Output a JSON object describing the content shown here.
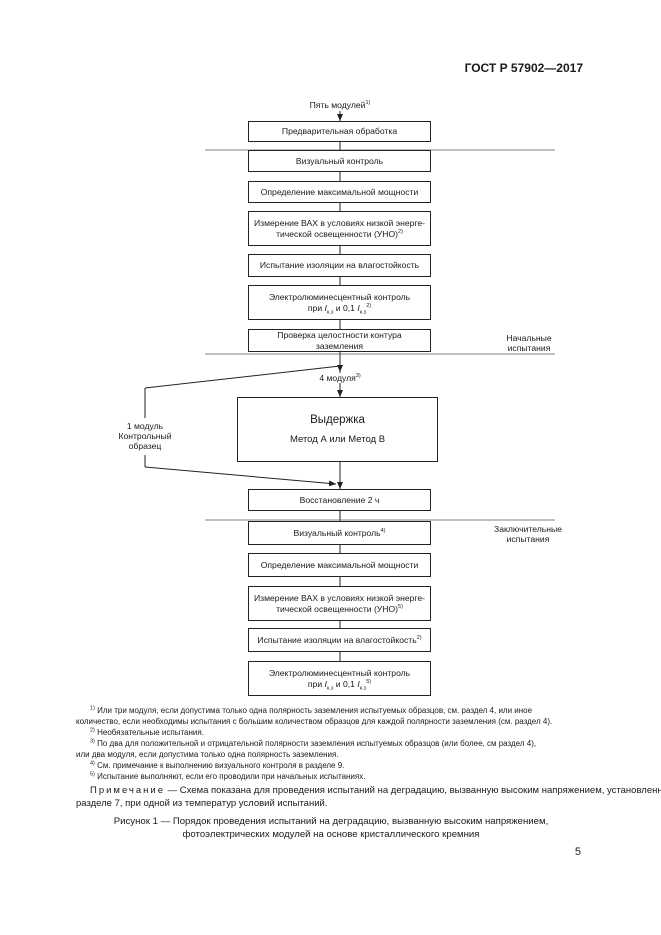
{
  "header": {
    "standard": "ГОСТ Р 57902—2017"
  },
  "flow": {
    "top_label": "Пять модулей",
    "top_label_fn": "1)",
    "initial_steps": {
      "preprocessing": "Предварительная обработка",
      "visual": "Визуальный контроль",
      "max_power": "Определение максимальной мощности",
      "iv_low_1": "Измерение ВАХ в условиях низкой энерге-",
      "iv_low_2": "тической освещенности (УНО)",
      "iv_low_fn": "2)",
      "insulation": "Испытание  изоляции на влагостойкость",
      "el_1": "Электролюминесцентный контроль",
      "el_2a": "при ",
      "el_i1": "I",
      "el_i1_sub": "к.з",
      "el_mid": " и 0,1 ",
      "el_i2": "I",
      "el_i2_sub": "к.з",
      "el_fn": "2)",
      "grounding": "Проверка целостности контура заземления"
    },
    "initial_section_label_1": "Начальные",
    "initial_section_label_2": "испытания",
    "four_modules": "4  модуля",
    "four_modules_fn": "3)",
    "control_1": "1 модуль",
    "control_2": "Контрольный",
    "control_3": "образец",
    "stress": {
      "title": "Выдержка",
      "methods": "Метод А или Метод В"
    },
    "recovery": "Восстановление 2 ч",
    "final_section_label_1": "Заключительные",
    "final_section_label_2": "испытания",
    "final_steps": {
      "visual": "Визуальный контроль",
      "visual_fn": "4)",
      "max_power": "Определение максимальной мощности",
      "iv_low_1": "Измерение ВАХ в условиях низкой энерге-",
      "iv_low_2": "тической освещенности (УНО)",
      "iv_low_fn": "5)",
      "insulation": "Испытание изоляции на влагостойкость",
      "insulation_fn": "2)",
      "el_1": "Электролюминесцентный контроль",
      "el_2a": "при ",
      "el_i1": "I",
      "el_i1_sub": "к.з",
      "el_mid": " и 0,1 ",
      "el_i2": "I",
      "el_i2_sub": "к.з",
      "el_fn": "5)"
    }
  },
  "footnotes": [
    {
      "mark": "1)",
      "text": " Или три модуля, если допустима только одна полярность заземления испытуемых образцов, см. раздел 4, или иное"
    },
    {
      "mark": "",
      "text": "количество, если необходимы испытания с большим количеством образцов для каждой полярности заземления (см. раздел 4)."
    },
    {
      "mark": "2)",
      "text": " Необязательные испытания."
    },
    {
      "mark": "3)",
      "text": " По два для положительной и отрицательной полярности заземления испытуемых образцов (или более, см  раздел 4),"
    },
    {
      "mark": "",
      "text": "или два модуля, если допустима только одна полярность заземления."
    },
    {
      "mark": "4)",
      "text": " См. примечание к выполнению визуального контроля в разделе 9."
    },
    {
      "mark": "5)",
      "text": " Испытание выполняют, если его проводили при начальных испытаниях."
    }
  ],
  "note": {
    "label": "Примечание",
    "line1": " — Схема показана для проведения испытаний на деградацию, вызванную высоким напряжением, установленных в",
    "line2": "разделе 7, при одной из температур условий испытаний."
  },
  "caption": {
    "line1": "Рисунок 1 — Порядок проведения испытаний на деградацию, вызванную высоким напряжением,",
    "line2": "фотоэлектрических модулей на основе кристаллического кремния"
  },
  "page_number": "5"
}
